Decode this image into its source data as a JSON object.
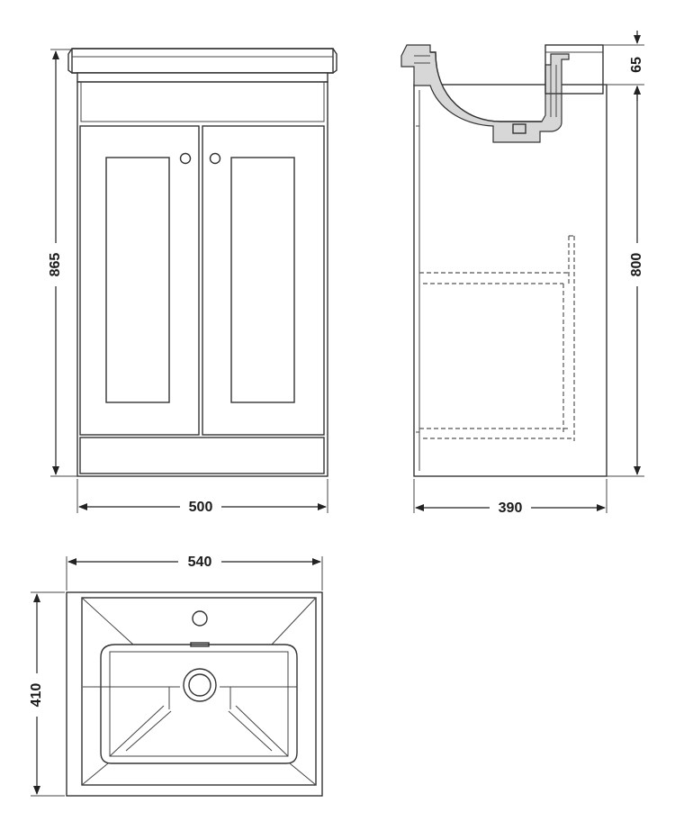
{
  "front_view": {
    "height_label": "865",
    "width_label": "500"
  },
  "side_view": {
    "top_label": "65",
    "height_label": "800",
    "depth_label": "390"
  },
  "top_view": {
    "width_label": "540",
    "depth_label": "410"
  },
  "colors": {
    "line": "#333333",
    "basin_section": "#d7d7d7",
    "background": "#ffffff"
  }
}
